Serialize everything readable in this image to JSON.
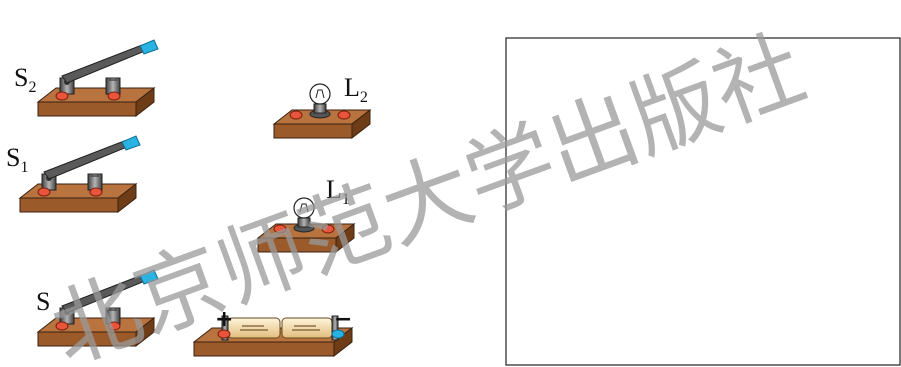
{
  "components": {
    "switch_s2": {
      "letter": "S",
      "subscript": "2"
    },
    "switch_s1": {
      "letter": "S",
      "subscript": "1"
    },
    "switch_s": {
      "letter": "S"
    },
    "bulb_l2": {
      "letter": "L",
      "subscript": "2"
    },
    "bulb_l1": {
      "letter": "L",
      "subscript": "1"
    },
    "battery": {
      "positive": "+",
      "negative": "−"
    }
  },
  "answer_box": {
    "text": ""
  },
  "watermark": {
    "text": "北京师范大学出版社"
  },
  "colors": {
    "board": "#9b5a2a",
    "board_top": "#b8733f",
    "board_side": "#6e3d18",
    "terminal": "#e8553a",
    "blade": "#5a5a5a",
    "handle": "#29b3e3",
    "battery_body": "#f5deb0"
  }
}
